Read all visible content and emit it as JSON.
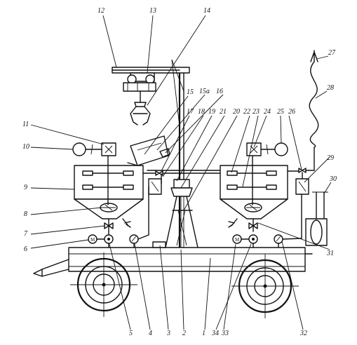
{
  "labels": {
    "n1": "1",
    "n2": "2",
    "n3": "3",
    "n4": "4",
    "n5": "5",
    "n6": "6",
    "n7": "7",
    "n8": "8",
    "n9": "9",
    "n10": "10",
    "n11": "11",
    "n12": "12",
    "n13": "13",
    "n14": "14",
    "n15": "15",
    "n15a": "15a",
    "n16": "16",
    "n17": "17",
    "n18": "18",
    "n19": "19",
    "n20": "20",
    "n21": "21",
    "n22": "22",
    "n23": "23",
    "n24": "24",
    "n25": "25",
    "n26": "26",
    "n27": "27",
    "n28": "28",
    "n29": "29",
    "n30": "30",
    "n31": "31",
    "n32": "32",
    "n33": "33",
    "n34": "34"
  }
}
